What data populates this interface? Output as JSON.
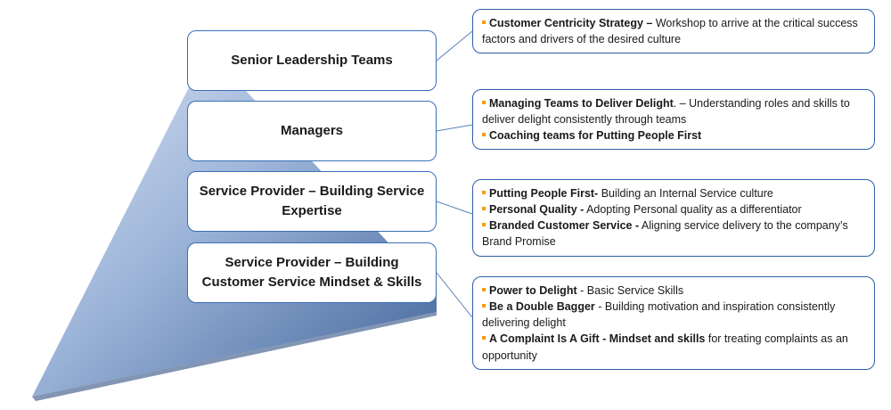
{
  "colors": {
    "pyramid_light": "#c9d7ec",
    "pyramid_dark": "#4a6fa3",
    "box_border": "#2f5fa8",
    "bullet": "#f39c12",
    "connector": "#5b7fb8"
  },
  "levels": [
    {
      "label": "Senior Leadership Teams"
    },
    {
      "label": "Managers"
    },
    {
      "label": "Service Provider – Building Service Expertise"
    },
    {
      "label": "Service Provider – Building Customer Service Mindset & Skills"
    }
  ],
  "descriptions": [
    {
      "items": [
        {
          "bold": "Customer Centricity Strategy – ",
          "text": "Workshop to arrive at the critical success factors and drivers of the desired culture"
        }
      ]
    },
    {
      "items": [
        {
          "bold": "Managing Teams to Deliver Delight",
          "text": ". – Understanding roles and skills to deliver delight consistently through teams"
        },
        {
          "bold": "Coaching  teams for Putting People First",
          "text": ""
        }
      ]
    },
    {
      "items": [
        {
          "bold": "Putting People First-",
          "text": " Building an Internal Service culture"
        },
        {
          "bold": "Personal Quality -",
          "text": " Adopting Personal quality as a differentiator"
        },
        {
          "bold": "Branded Customer Service -",
          "text": " Aligning service delivery to the company’s Brand Promise"
        }
      ]
    },
    {
      "items": [
        {
          "bold": "Power to Delight",
          "text": " - Basic Service Skills"
        },
        {
          "bold": "Be a Double Bagger",
          "text": " - Building motivation and inspiration consistently delivering delight"
        },
        {
          "bold": "A Complaint Is A Gift - Mindset and skills",
          "text": " for treating complaints as an opportunity"
        }
      ]
    }
  ]
}
